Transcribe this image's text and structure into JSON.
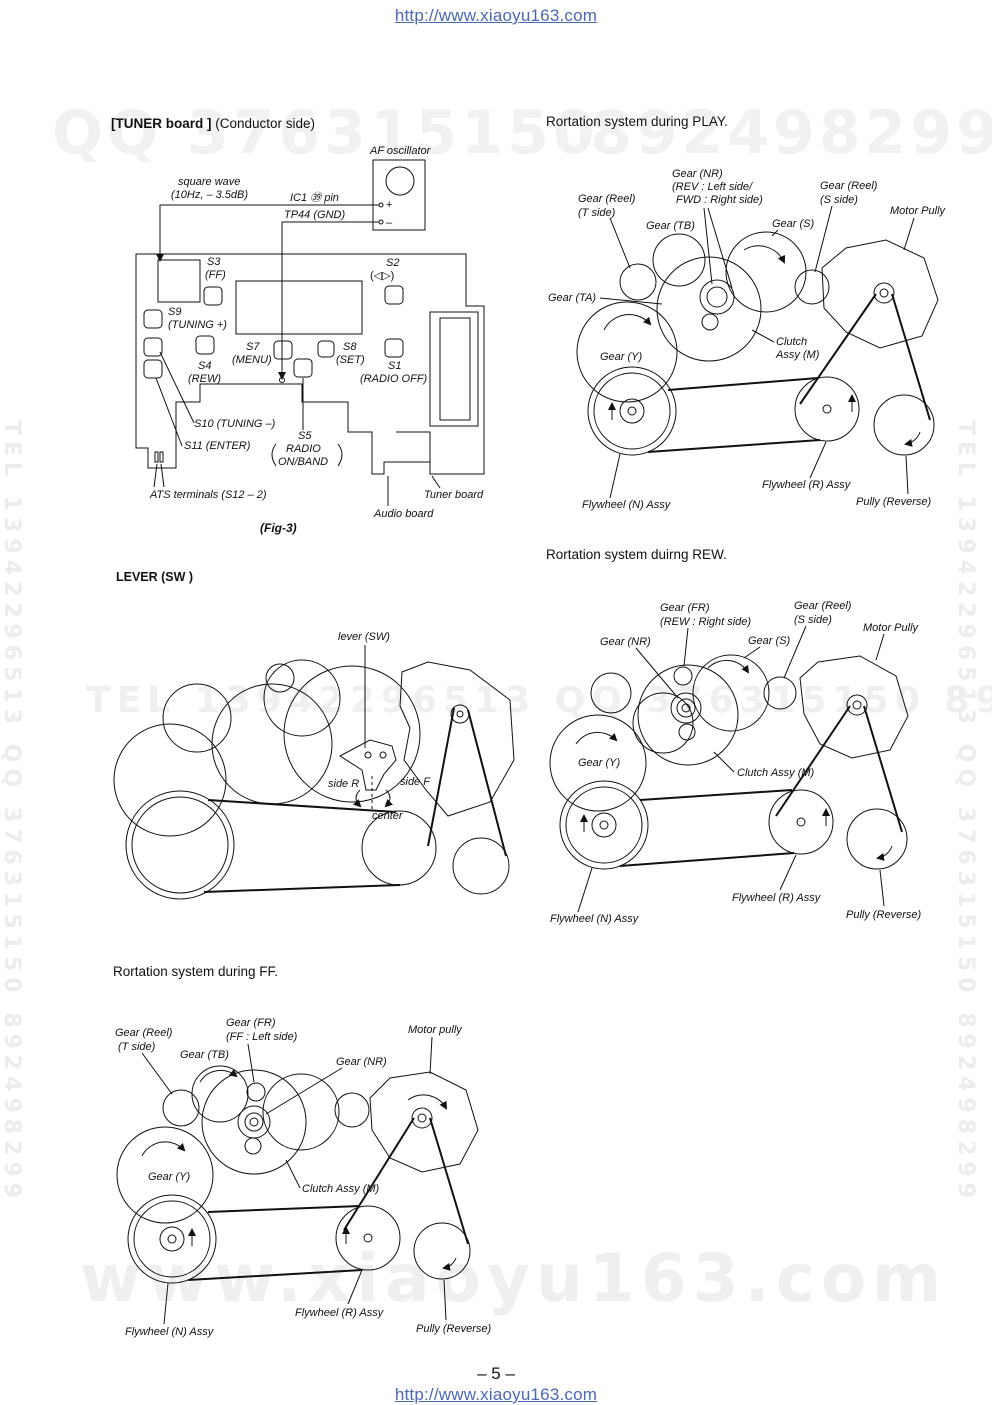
{
  "urls": {
    "top": "http://www.xiaoyu163.com",
    "bottom": "http://www.xiaoyu163.com"
  },
  "watermarks": {
    "top_left": "QQ 376315150",
    "top_right": "892498299",
    "middle": "TEL 13942296513 QQ 376315150 892498299",
    "bottom": "www.xiaoyu163.com",
    "side": "TEL 13942296513 QQ 376315150 892498299"
  },
  "tuner": {
    "heading_bold": "[TUNER board ]",
    "heading_rest": " (Conductor side)",
    "af_oscillator": "AF oscillator",
    "square_wave": "square wave",
    "square_wave_spec": "(10Hz, – 3.5dB)",
    "ic1_pin": "IC1 ㊴ pin",
    "tp44": "TP44 (GND)",
    "plus": "+",
    "minus": "–",
    "s3": "S3",
    "s3_fn": "(FF)",
    "s2": "S2",
    "s2_fn": "(◁▷)",
    "s9": "S9",
    "s9_fn": "(TUNING +)",
    "s7": "S7",
    "s7_fn": "(MENU)",
    "s8": "S8",
    "s8_fn": "(SET)",
    "s1": "S1",
    "s1_fn": "(RADIO OFF)",
    "s4": "S4",
    "s4_fn": "(REW)",
    "s10": "S10 (TUNING –)",
    "s11": "S11 (ENTER)",
    "s5": "S5",
    "s5_fn1": "RADIO",
    "s5_fn2": "ON/BAND",
    "ats": "ATS terminals (S12 – 2)",
    "tuner_board": "Tuner board",
    "audio_board": "Audio board",
    "fig": "(Fig-3)"
  },
  "lever": {
    "heading": "LEVER (SW )",
    "lever_sw": "lever (SW)",
    "side_r": "side R",
    "side_f": "side F",
    "center": "center"
  },
  "play": {
    "heading": "Rortation system during PLAY.",
    "gear_nr": "Gear (NR)",
    "gear_nr_rev": "(REV : Left side/",
    "gear_nr_fwd": "FWD : Right side)",
    "gear_reel_t": "Gear (Reel)",
    "gear_reel_t2": "(T side)",
    "gear_reel_s": "Gear (Reel)",
    "gear_reel_s2": "(S side)",
    "motor_pully": "Motor Pully",
    "gear_tb": "Gear (TB)",
    "gear_s": "Gear (S)",
    "gear_ta": "Gear (TA)",
    "clutch": "Clutch",
    "clutch2": "Assy (M)",
    "gear_y": "Gear (Y)",
    "flywheel_r": "Flywheel (R) Assy",
    "flywheel_n": "Flywheel (N) Assy",
    "pully_reverse": "Pully (Reverse)"
  },
  "rew": {
    "heading": "Rortation system duirng REW.",
    "gear_fr": "Gear (FR)",
    "gear_fr2": "(REW : Right side)",
    "gear_reel_s": "Gear (Reel)",
    "gear_reel_s2": "(S side)",
    "motor_pully": "Motor Pully",
    "gear_nr": "Gear (NR)",
    "gear_s": "Gear (S)",
    "gear_y": "Gear (Y)",
    "clutch": "Clutch Assy (M)",
    "flywheel_r": "Flywheel (R) Assy",
    "flywheel_n": "Flywheel (N) Assy",
    "pully_reverse": "Pully (Reverse)"
  },
  "ff": {
    "heading": "Rortation system during FF.",
    "gear_reel_t": "Gear (Reel)",
    "gear_reel_t2": "(T side)",
    "gear_fr": "Gear  (FR)",
    "gear_fr2": "(FF : Left side)",
    "motor_pully": "Motor pully",
    "gear_tb": "Gear (TB)",
    "gear_nr": "Gear (NR)",
    "gear_y": "Gear (Y)",
    "clutch": "Clutch Assy (M)",
    "flywheel_r": "Flywheel (R) Assy",
    "flywheel_n": "Flywheel (N) Assy",
    "pully_reverse": "Pully (Reverse)"
  },
  "page_number": "– 5 –"
}
